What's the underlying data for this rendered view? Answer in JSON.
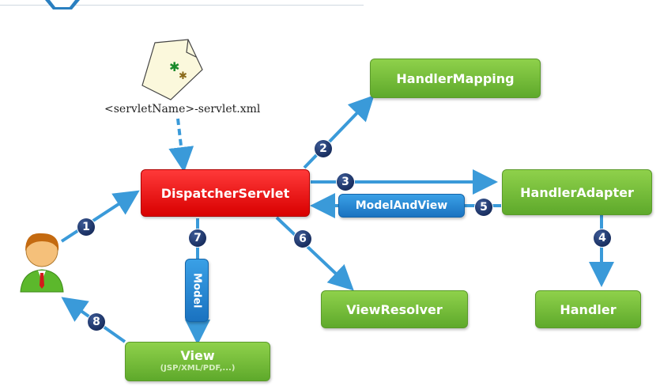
{
  "nodes": {
    "dispatcher_servlet": "DispatcherServlet",
    "handler_mapping": "HandlerMapping",
    "handler_adapter": "HandlerAdapter",
    "handler": "Handler",
    "view_resolver": "ViewResolver",
    "view": "View",
    "view_subtitle": "(JSP/XML/PDF,...)",
    "model_and_view": "ModelAndView",
    "model": "Model"
  },
  "config_file": "<servletName>-servlet.xml",
  "steps": [
    "1",
    "2",
    "3",
    "4",
    "5",
    "6",
    "7",
    "8"
  ],
  "colors": {
    "dispatcher": "#e80000",
    "component": "#6ab82f",
    "data_object": "#2383d2",
    "arrow": "#3a9ad9",
    "badge": "#142a5c"
  }
}
